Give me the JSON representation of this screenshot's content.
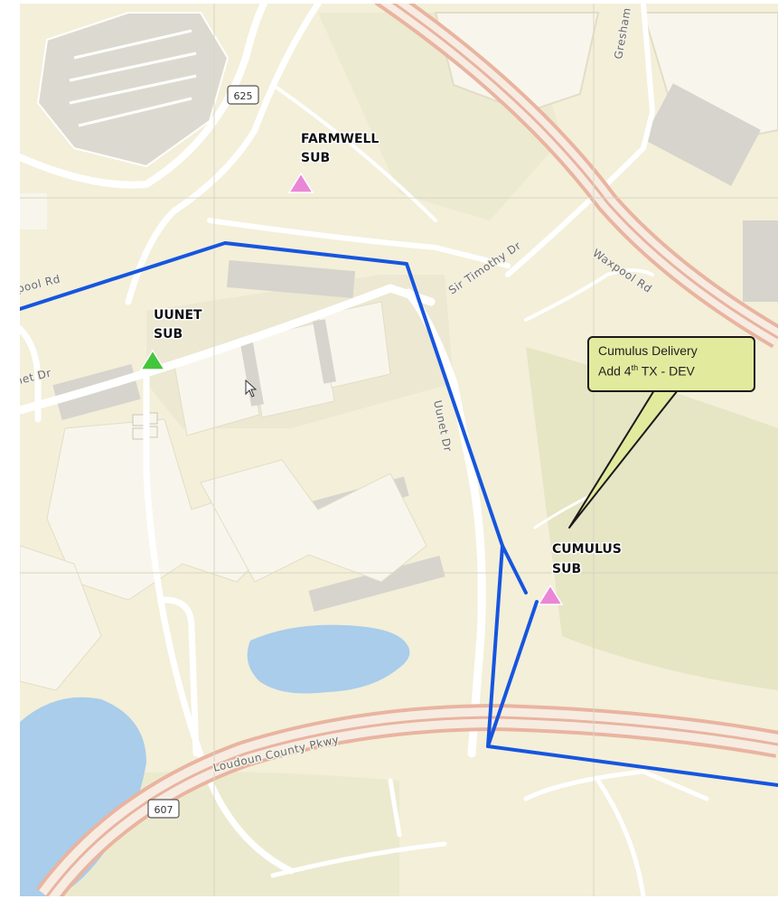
{
  "map": {
    "colors": {
      "land": "#f3efd9",
      "green": "#e5e7c8",
      "water": "#a9cdea",
      "building": "#f8f6ec",
      "parking": "#d6d4cc",
      "highway": "#e9b4a0",
      "transmission_line": "#1655de",
      "sub_pink": "#ea86d6",
      "sub_green": "#45c53b",
      "callout_fill": "#e2ea9e"
    },
    "substations": [
      {
        "name": "FARMWELL",
        "suffix": "SUB",
        "color": "pink"
      },
      {
        "name": "UUNET",
        "suffix": "SUB",
        "color": "green"
      },
      {
        "name": "CUMULUS",
        "suffix": "SUB",
        "color": "pink"
      }
    ],
    "roads": {
      "loudoun": "Loudoun County Pkwy",
      "waxpool_right": "Waxpool Rd",
      "waxpool_left": "pool Rd",
      "sir_timothy": "Sir Timothy Dr",
      "uunet_vertical": "Uunet Dr",
      "uunet_left": "net Dr",
      "gresham": "Gresham"
    },
    "shields": {
      "top": "625",
      "bottom": "607"
    },
    "callout": {
      "line1": "Cumulus Delivery",
      "line2_prefix": "Add 4",
      "line2_sup": "th",
      "line2_suffix": " TX - DEV"
    },
    "icons": {
      "cursor": "mouse-pointer-icon",
      "substation": "triangle-icon"
    }
  }
}
